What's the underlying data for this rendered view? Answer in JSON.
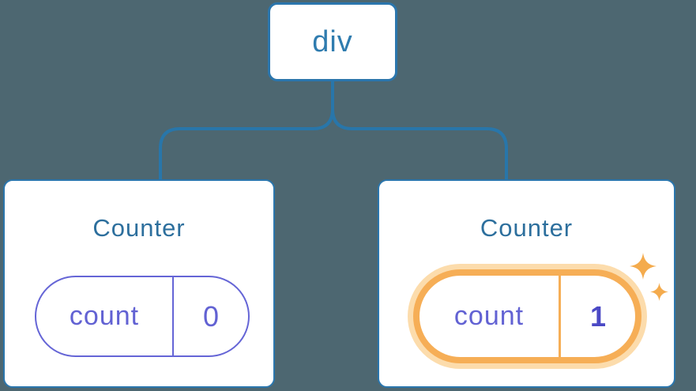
{
  "diagram": {
    "kind": "component-tree",
    "root": {
      "label": "div"
    },
    "children": [
      {
        "title": "Counter",
        "state": {
          "key": "count",
          "value": "0"
        },
        "highlighted": false
      },
      {
        "title": "Counter",
        "state": {
          "key": "count",
          "value": "1"
        },
        "highlighted": true,
        "badge_icon": "sparkles-icon"
      }
    ],
    "colors": {
      "background": "#4d6771",
      "node_fill": "#ffffff",
      "blue_border": "#2b76ad",
      "blue_line": "#2876aa",
      "root_label_text": "#2f7caf",
      "title_text": "#2d6f9d",
      "purple_border": "#6565d6",
      "purple_text": "#6262d3",
      "purple_value_bold": "#4b49c5",
      "highlight_orange": "#f6ae56",
      "highlight_glow": "#fcdcac",
      "sparkle": "#f4ab4d"
    }
  }
}
